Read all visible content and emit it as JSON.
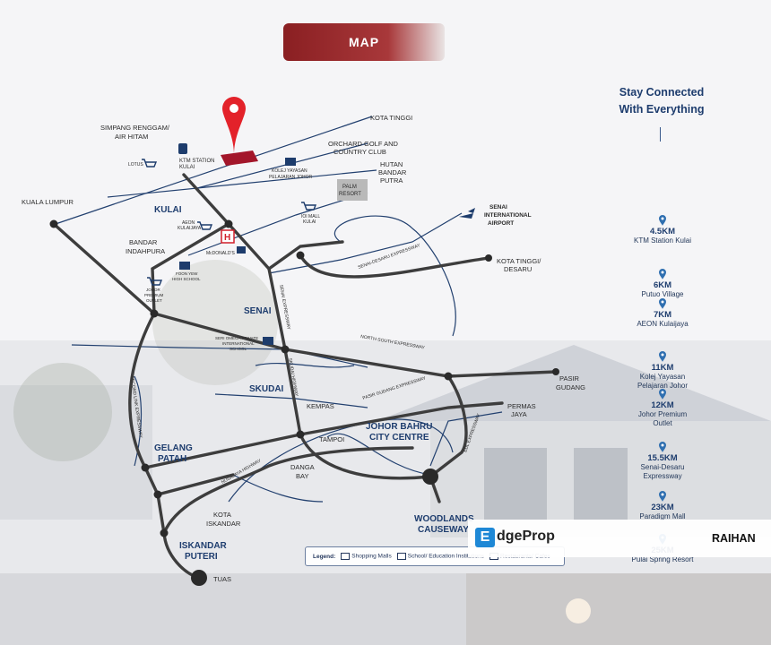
{
  "header": {
    "title": "MAP"
  },
  "map": {
    "areas": {
      "kulai": "KULAI",
      "senai": "SENAI",
      "skudai": "SKUDAI",
      "gelang_patah_1": "GELANG",
      "gelang_patah_2": "PATAH",
      "jb_city_1": "JOHOR BAHRU",
      "jb_city_2": "CITY CENTRE",
      "woodlands_1": "WOODLANDS",
      "woodlands_2": "CAUSEWAY",
      "iskandar_puteri_1": "ISKANDAR",
      "iskandar_puteri_2": "PUTERI"
    },
    "places": {
      "simpang_1": "SIMPANG RENGGAM/",
      "simpang_2": "AIR HITAM",
      "kota_tinggi_top": "KOTA TINGGI",
      "orchard_1": "ORCHARD GOLF AND",
      "orchard_2": "COUNTRY CLUB",
      "hutan_1": "HUTAN",
      "hutan_2": "BANDAR",
      "hutan_3": "PUTRA",
      "palm_1": "PALM",
      "palm_2": "RESORT",
      "ktm_1": "KTM STATION",
      "ktm_2": "KULAI",
      "lotus": "LOTUS",
      "kolej_1": "KOLEJ YAYASAN",
      "kolej_2": "PELAJARAN JOHOR",
      "kuala_lumpur": "KUALA LUMPUR",
      "aeon_1": "AEON",
      "aeon_2": "KULAIJAYA",
      "ioi_1": "IOI MALL",
      "ioi_2": "KULAI",
      "senai_airport_1": "SENAI",
      "senai_airport_2": "INTERNATIONAL",
      "senai_airport_3": "AIRPORT",
      "bandar_1": "BANDAR",
      "bandar_2": "INDAHPURA",
      "mcd": "McDONALD'S",
      "kota_desaru_1": "KOTA TINGGI/",
      "kota_desaru_2": "DESARU",
      "foon_1": "FOON YEW",
      "foon_2": "HIGH SCHOOL",
      "jpo_1": "JOHOR",
      "jpo_2": "PREMIUM",
      "jpo_3": "OUTLET",
      "seri_1": "SERI OMEGA PRIVATE",
      "seri_2": "INTERNATIONAL",
      "seri_3": "SCHOOL",
      "pasir_gudang_1": "PASIR",
      "pasir_gudang_2": "GUDANG",
      "kempas": "KEMPAS",
      "permas_1": "PERMAS",
      "permas_2": "JAYA",
      "tampoi": "TAMPOI",
      "danga_1": "DANGA",
      "danga_2": "BAY",
      "kota_iskandar_1": "KOTA",
      "kota_iskandar_2": "ISKANDAR",
      "tuas": "TUAS"
    },
    "roads": {
      "senai_desaru": "SENAI-DESARU EXPRESSWAY",
      "north_south": "NORTH-SOUTH EXPRESSWAY",
      "pasir_gudang": "PASIR GUDANG EXPRESSWAY",
      "second_link": "SECOND LINK EXPRESSWAY",
      "eastern_dispersal": "EDL EXPRESSWAY",
      "senai_exp": "SENAI EXPRESSWAY",
      "skudai_hwy": "SKUDAI HIGHWAY",
      "nusajaya": "NUSAJAYA HIGHWAY"
    }
  },
  "sidebar": {
    "heading_1": "Stay Connected",
    "heading_2": "With Everything",
    "distances": [
      {
        "km": "4.5KM",
        "name_1": "KTM Station Kulai",
        "name_2": ""
      },
      {
        "km": "6KM",
        "name_1": "Putuo Village",
        "name_2": ""
      },
      {
        "km": "7KM",
        "name_1": "AEON Kulaijaya",
        "name_2": ""
      },
      {
        "km": "11KM",
        "name_1": "Kolej Yayasan",
        "name_2": "Pelajaran Johor"
      },
      {
        "km": "12KM",
        "name_1": "Johor Premium",
        "name_2": "Outlet"
      },
      {
        "km": "15.5KM",
        "name_1": "Senai-Desaru",
        "name_2": "Expressway"
      },
      {
        "km": "23KM",
        "name_1": "Paradigm Mall",
        "name_2": ""
      },
      {
        "km": "25KM",
        "name_1": "Pulai Spring Resort",
        "name_2": ""
      }
    ]
  },
  "legend": {
    "title": "Legend:",
    "malls": "Shopping Malls",
    "schools": "School/ Education Institutions",
    "restaurants": "Restaurants/ Cafes"
  },
  "watermark": {
    "brand_mark": "E",
    "brand_name": "dgeProp",
    "agent": "RAIHAN"
  },
  "colors": {
    "accent": "#9c2a2d",
    "road": "#3d3d3d",
    "minor_road": "#22406f",
    "pin": "#e3222a"
  }
}
